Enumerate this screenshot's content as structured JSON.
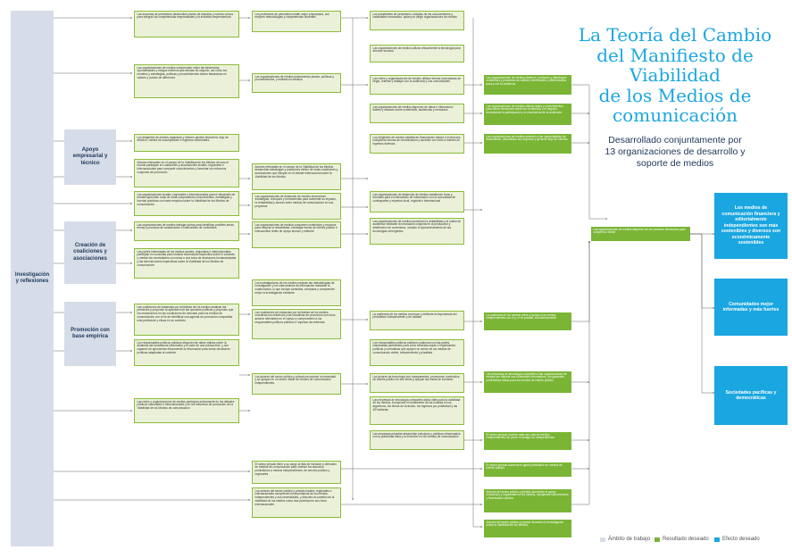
{
  "title": {
    "line1": "La Teoría del Cambio",
    "line2": "del Manifiesto de",
    "line3": "Viabilidad",
    "line4": "de los Medios de",
    "line5": "comunicación"
  },
  "subtitle": {
    "line1": "Desarrollado conjuntamente por",
    "line2": "13 organizaciones de desarrollo y",
    "line3": "soporte de medios"
  },
  "work_areas": {
    "investigacion": "Investigación y reflexiones",
    "apoyo": "Apoyo empresarial y técnico",
    "creacion": "Creación de coaliciones y asociaciones",
    "promocion": "Promoción con base empírica"
  },
  "col1": [
    "Las escuelas de periodismo desarrollan planes de estudios y nuevos cursos para integrar las competencias empresariales y la iniciativa emprendedora",
    "Las organizaciones de medios comprenden mejor las tendencias, oportunidades y riesgos externos que afectan su negocio, así como los modelos y estrategias, políticas y procedimientos claves basándose en valores y puntos de diferencia",
    "Los dirigentes de medios organizan y ofrecen gestión financiera, flujo de efectivo, cartera de suscripciones e ingresos comerciales",
    "Actores relevantes en el campo de la Viabilidad de los Medios de todo el mundo participan en coaliciones y asociaciones locales, regionales e internacionales para compartir conocimientos y fomentar los esfuerzos conjuntos de promoción",
    "Las organizaciones locales, regionales e internacionales para el desarrollo de medios aprenden unas de otras compartiendo conocimientos, estrategias y buenas prácticas con base empírica sobre la Viabilidad de los Medios de comunicación",
    "Las organizaciones de medios trabajan juntas para identificar posibles áreas, temas y procesos de colaboración e intercambio de contenidos",
    "Las partes interesadas de los medios locales, regionales e internacionales participan en consultas para recabar información específica sobre el contexto y mediar las necesidades con miras a una toma de decisiones fundamentadas y las intervenciones específicas sobre la Viabilidad de los Medios de comunicación",
    "Las coaliciones de instancias por la libertad de los medios analizan las presiones y proponen la aplicación de las opciones políticas y proponen que los mecanismos en las condiciones de mercado para los medios de comunicación con el fin de identificar una agenda de promoción compartida más pertinente y eficaz en su contexto",
    "Los responsables políticos públicos disponen de datos válidos sobre la dinámica del ecosistema informativo y el valor de una prensa libre, y son capaces de aprovechar eficazmente la información para tomar decisiones políticas adaptadas al contexto",
    "Las redes y organizaciones de medios participan activamente en los debates públicos nacionales e internacionales y en los esfuerzos de promoción de la Viabilidad de los Medios de comunicación"
  ],
  "col2": [
    "Los profesores de periodismo están mejor preparados, con mejores metodologías y competencias docentes",
    "Las organizaciones de medios implementan planes, políticas y procedimientos, y realizan su eficacia",
    "Actores relevantes en el campo de la Viabilidad de los Medios desarrollan estrategias y posiciones dentro de estas coaliciones y asociaciones que influyan en el debate internacional sobre la Viabilidad de los Medios",
    "Las organizaciones de desarrollo de medios sincronizan estrategias, enfoques y herramientas para aumentar su impacto, la rentabilidad y acceso entre medios de comunicación en sus proyectos",
    "Las organizaciones de medios comparten contenidos y recursos para mejorar la rentabilidad, investigar temas de interés público e intercambiar redes de apoyo técnico y editorial",
    "Los investigadores de los medios mejoran las metodologías de investigación y los intercambios de información mediante la colaboración, lo que incluye consultas, comparar y comprender mejor la investigación existente",
    "Las coaliciones de instancias por la libertad de los medios coordinan los esfuerzos y las iniciativas de promoción con otros actores relevantes en el campo y comprometen a los responsables políticos públicos e impulsar las reformas",
    "Los actores del sector público y privado reconocen la necesidad y se apoyan en un sector viable de medios de comunicación independientes",
    "El sector privado tiene a su cargo la lista de inclusión y directorio de medios de comunicación para orientar los anuncios publicitarios a medios independientes, de servicio público y regionales",
    "Los actores del sector público y privado locales, regionales e internacionales comprenden la importancia de los medios independientes y sus necesidades, y discuten la cuestión de la viabilidad de los medios como una prioridad en sus foros internacionales"
  ],
  "col3": [
    "Los estudiantes de periodismo, dotados de los conocimientos y habilidades necesarios, optan por dirigir organizaciones de medios",
    "Las organizaciones de medios utilizan eficazmente la tecnología para ahorrar recursos",
    "Las redes y organizaciones de medios utilizan formas innovadoras de llegar, orientar y trabajar con la audiencia y sus comunidades",
    "Las organizaciones de medios disponen de datos e información fiables y eficaces sobre contenidos, audiencias y mercados",
    "Los dirigentes de medios establecen financiación básica e inversores, incluyendo formas de monetización y acceden con éxito a fuentes de ingresos diversas",
    "Las organizaciones de desarrollo de medios establecen foros y formatos para el intercambio de información con la comunidad de contrapartes y expertos local, regional e internacional",
    "Las organizaciones de medios aumentan la rentabilidad y el índice de audiencia mediante la innovación conjunta en la producción y distribución de contenidos, incluido el aprovechamiento de las tecnologías emergentes",
    "La audiencia de los medios reconoce y defiende la importancia del periodismo independiente y de calidad",
    "Los responsables políticos públicos colaboran con las partes interesadas pertinentes para crear infraestructuras e implementar políticas y normativas que apoyen un sector de los medios de comunicación viable, independiente y pluralista",
    "Los actores de tecnología son transparentes, promueven contenidos de interés público en sus feeds y apoyan las líneas de inclusión",
    "Las empresas de tecnología comparten datos útiles para la viabilidad de los medios, incluyendo el rendimiento de las noticias en los algoritmos, las líneas de inclusión, los ingresos por publicidad y las API abiertas",
    "Las empresas privadas desarrollan principios y políticas relacionados con la publicidad ética y la inversión en los medios de comunicación"
  ],
  "col4": [
    "Las organizaciones de medios obtienen, producen y distribuyen contenidos y productos de calidad, interesantes y diferenciados para y con la audiencia",
    "Las organizaciones de medios utilizan datos y conocimientos para tomar decisiones sobre los contenidos y el negocio, fomentando la participación y el crecimiento de la audiencia",
    "Las organizaciones de medios acceden a las oportunidades de financiación, diversifican sus ingresos y generan flujo de efectivo",
    "Las organizaciones de medios disponen de los recursos necesarios para cumplir su misión",
    "La audiencia de los medios crece y apoya a los medios independientes con el y, si es posible, económicamente",
    "Las empresas de tecnología comparten a las organizaciones de medios por difundir sus contenidos informativos, sin garantías publicitarias éticas para los medios de interés público",
    "El sector privado invierte cada vez más en medios independientes sin poner en peligro su independencia",
    "El sector privado aumenta el gasto publicitario en medios de interés público",
    "Actores del sector público y privado aumentan el apoyo económico y organizativo a los medios, incluyendo subvenciones y financiación pública",
    "Actores del sector público y privado financian la investigación sobre la Viabilidad de los Medios"
  ],
  "impacts": [
    "Los medios de comunicación financiera y editorialmente independientes son más sostenibles y diversos son económicamente sostenibles",
    "Comunidades mejor informadas y más fuertes",
    "Sociedades pacíficas y democráticas"
  ],
  "legend": {
    "work": "Ámbito de trabajo",
    "result": "Resultado deseado",
    "effect": "Efecto deseado"
  },
  "colors": {
    "work": "#d6dde8",
    "result": "#7ab535",
    "effect": "#1aa6e0",
    "title": "#1aa6e0"
  }
}
